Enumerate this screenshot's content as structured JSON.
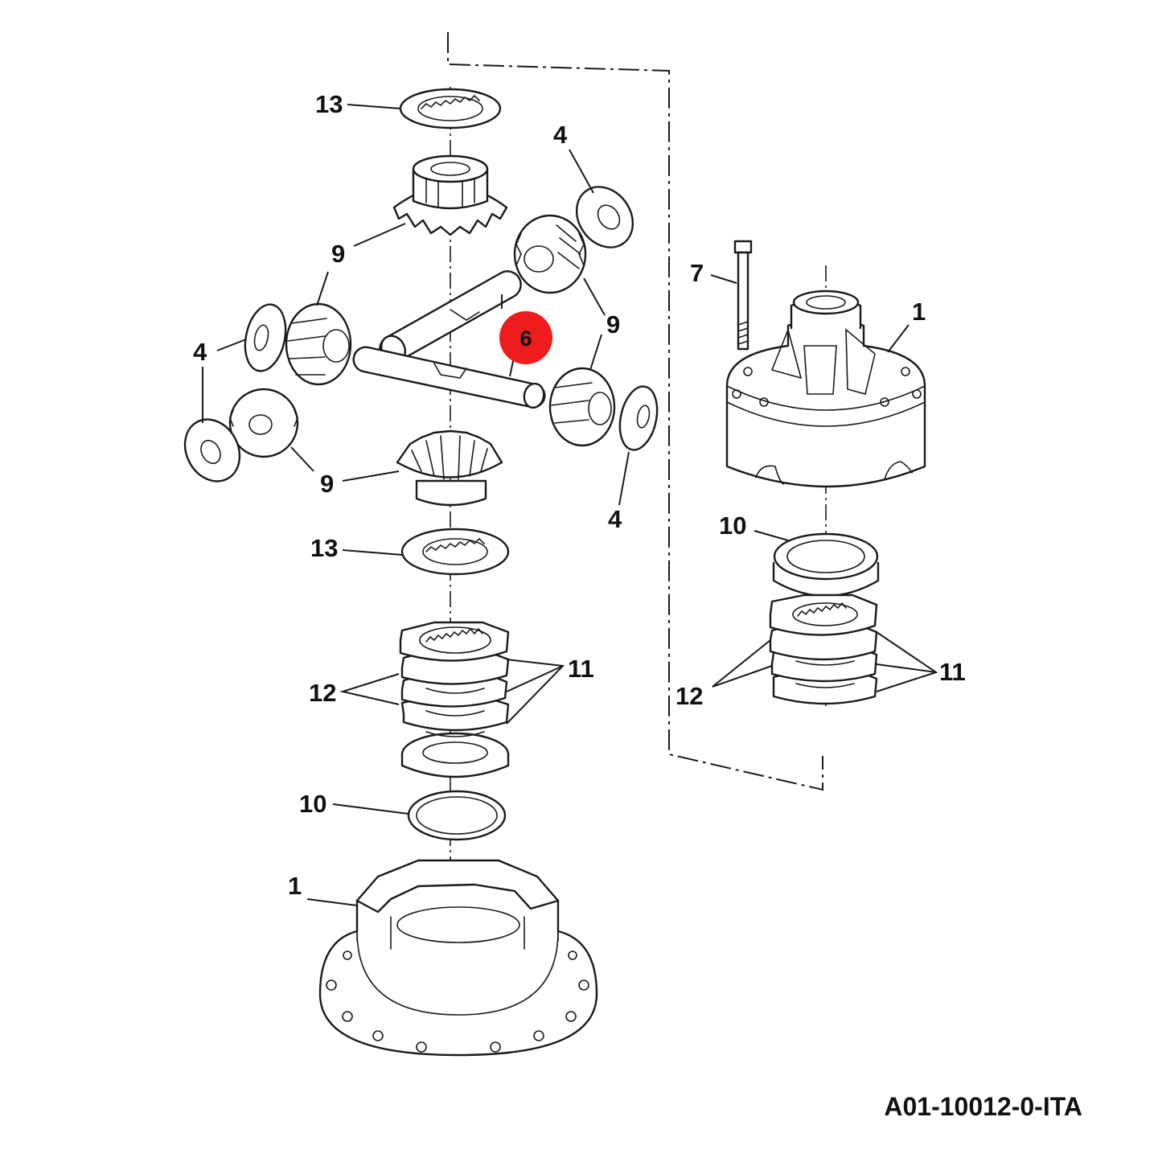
{
  "diagram": {
    "drawing_code": "A01-10012-0-ITA",
    "highlight_color": "#ee1c1c",
    "highlighted_callout": "6",
    "callouts": {
      "c13_top": "13",
      "c4_top_right": "4",
      "c9_upper": "9",
      "c9_right": "9",
      "c4_left": "4",
      "c9_lower_left": "9",
      "c4_bottom_right": "4",
      "c13_bottom": "13",
      "c12_left": "12",
      "c11_left": "11",
      "c10_left": "10",
      "c1_left": "1",
      "c7": "7",
      "c1_right": "1",
      "c10_right": "10",
      "c12_right": "12",
      "c11_right": "11"
    }
  }
}
